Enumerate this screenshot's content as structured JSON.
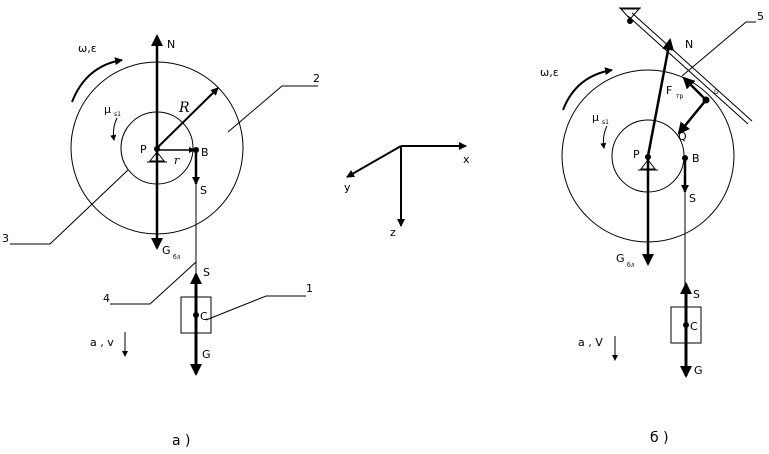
{
  "left": {
    "omega_eps": "ω,ε",
    "N": "N",
    "mu": "μ",
    "mu_sub": "s1",
    "R": "R",
    "r": "r",
    "P": "P",
    "B": "B",
    "S_upper": "S",
    "S_lower": "S",
    "G_disc": "G",
    "G_disc_sub": "бл",
    "G_load": "G",
    "C": "C",
    "n1": "1",
    "n2": "2",
    "n3": "3",
    "n4": "4",
    "motion": "a , v",
    "caption": "а )"
  },
  "axes": {
    "x": "x",
    "y": "y",
    "z": "z"
  },
  "right": {
    "omega_eps": "ω,ε",
    "N": "N",
    "F": "F",
    "F_sub": "тр",
    "D": "D",
    "mu": "μ",
    "mu_sub": "s1",
    "P": "P",
    "B": "B",
    "Q": "Q",
    "S_upper": "S",
    "S_lower": "S",
    "G_disc": "G",
    "G_disc_sub": "бл",
    "G_load": "G",
    "C": "C",
    "n5": "5",
    "motion": "a , V",
    "caption": "б )"
  }
}
